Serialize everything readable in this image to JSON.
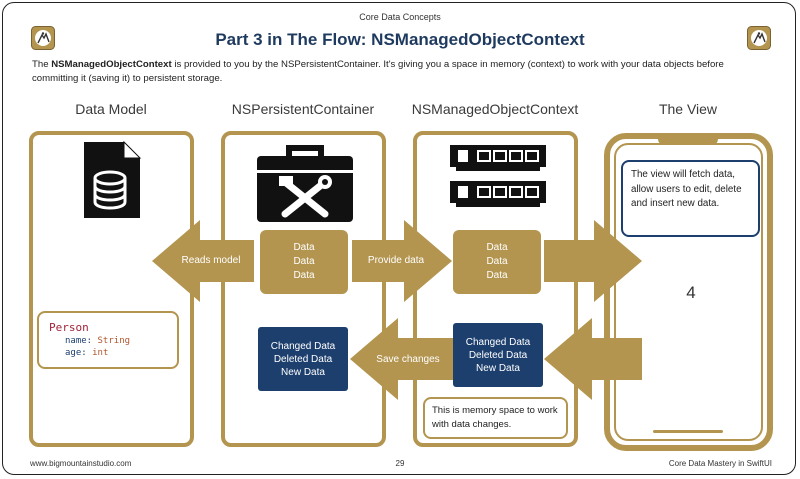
{
  "header": {
    "top_title": "Core Data Concepts",
    "title": "Part 3 in The Flow: NSManagedObjectContext"
  },
  "intro": {
    "pre": "The ",
    "bold": "NSManagedObjectContext",
    "post": " is provided to you by the NSPersistentContainer. It's giving you a space in memory (context) to work with your data objects before committing it (saving it) to persistent storage."
  },
  "columns": {
    "data_model": "Data Model",
    "container": "NSPersistentContainer",
    "context": "NSManagedObjectContext",
    "view": "The View"
  },
  "arrows": {
    "reads_model": "Reads model",
    "provide_data": "Provide data",
    "save_changes": "Save changes"
  },
  "container_box": [
    "Data",
    "Data",
    "Data"
  ],
  "context_box": [
    "Data",
    "Data",
    "Data"
  ],
  "container_changes": [
    "Changed Data",
    "Deleted Data",
    "New Data"
  ],
  "context_changes": [
    "Changed Data",
    "Deleted Data",
    "New Data"
  ],
  "entity": {
    "name": "Person",
    "attributes": [
      {
        "name": "name:",
        "type": "String"
      },
      {
        "name": "age:",
        "type": "int"
      }
    ]
  },
  "notes": {
    "memory": "This is memory space to work with data changes.",
    "view": "The view will fetch data, allow users to edit, delete and insert new data."
  },
  "view_number": "4",
  "footer": {
    "left": "www.bigmountainstudio.com",
    "center": "29",
    "right": "Core Data Mastery in SwiftUI"
  },
  "icons": {
    "logo": "mountain-climber-logo",
    "database": "database-file-icon",
    "toolbox": "toolbox-icon",
    "memory": "memory-chip-icon"
  },
  "colors": {
    "gold": "#b3954f",
    "navy": "#1d3f6e",
    "title": "#1f3a5f"
  }
}
